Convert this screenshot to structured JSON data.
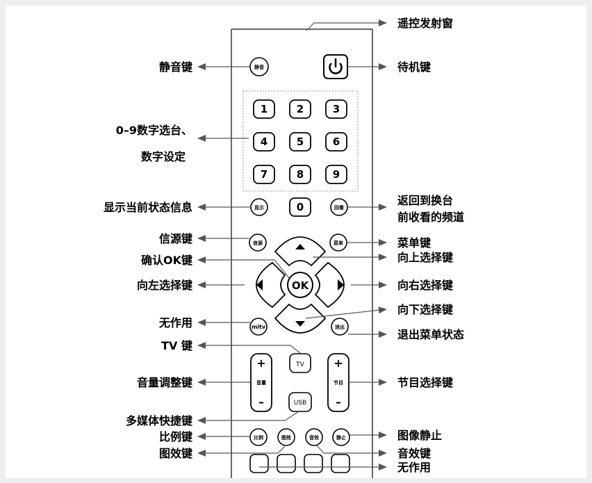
{
  "left_labels": {
    "mute": "静音键",
    "digits_line1": "0–9数字选台、",
    "digits_line2": "数字设定",
    "display": "显示当前状态信息",
    "source": "信源键",
    "ok": "确认OK键",
    "left": "向左选择键",
    "none_mid": "无作用",
    "tv": "TV 键",
    "volume": "音量调整键",
    "usb": "多媒体快捷键",
    "ratio": "比例键",
    "picture": "图效键"
  },
  "right_labels": {
    "ir_window": "遥控发射窗",
    "standby": "待机键",
    "return_line1": "返回到换台",
    "return_line2": "前收看的频道",
    "menu": "菜单键",
    "up": "向上选择键",
    "right": "向右选择键",
    "down": "向下选择键",
    "exit": "退出菜单状态",
    "program": "节目选择键",
    "freeze": "图像静止",
    "sound": "音效键",
    "none_bottom": "无作用"
  },
  "buttons": {
    "mute": "静音",
    "power_icon": "power-icon",
    "digits": [
      "1",
      "2",
      "3",
      "4",
      "5",
      "6",
      "7",
      "8",
      "9",
      "0"
    ],
    "display": "显示",
    "recall": "回看",
    "source": "信源",
    "menu": "菜单",
    "ok": "OK",
    "mitv": "mitv",
    "exit": "退出",
    "tv": "TV",
    "vol_plus": "+",
    "vol_label": "音量",
    "vol_minus": "–",
    "prog_plus": "+",
    "prog_label": "节目",
    "prog_minus": "–",
    "usb": "USB",
    "ratio": "比例",
    "picture": "图效",
    "sound": "音效",
    "freeze": "静止"
  }
}
